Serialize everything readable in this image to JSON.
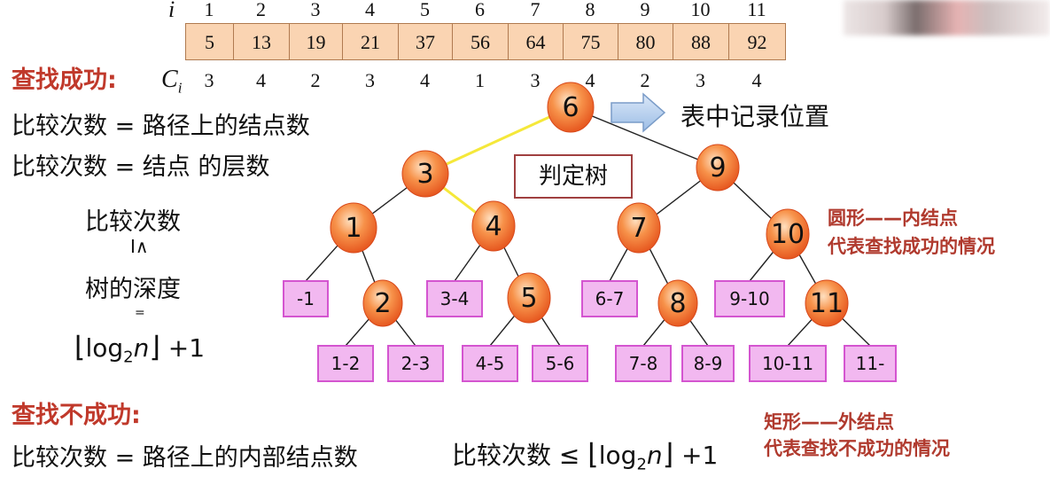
{
  "table": {
    "i_label": "i",
    "c_label": "C",
    "c_sub": "i",
    "indices": [
      "1",
      "2",
      "3",
      "4",
      "5",
      "6",
      "7",
      "8",
      "9",
      "10",
      "11"
    ],
    "values": [
      "5",
      "13",
      "19",
      "21",
      "37",
      "56",
      "64",
      "75",
      "80",
      "88",
      "92"
    ],
    "comparisons": [
      "3",
      "4",
      "2",
      "3",
      "4",
      "1",
      "3",
      "4",
      "2",
      "3",
      "4"
    ]
  },
  "success": {
    "title": "查找成功:",
    "line1": "比较次数 = 路径上的结点数",
    "line2": "比较次数 = 结点 的层数",
    "stack_top": "比较次数",
    "stack_op": "I∧",
    "stack_mid": "树的深度",
    "stack_eq": "=",
    "formula_log": "log",
    "formula_sub": "2",
    "formula_n": "n",
    "formula_plus": "+1"
  },
  "failure": {
    "title": "查找不成功:",
    "line1": "比较次数 = 路径上的内部结点数",
    "line2_prefix": "比较次数 ≤",
    "formula_log": "log",
    "formula_sub": "2",
    "formula_n": "n",
    "formula_plus": "+1"
  },
  "arrow_label": "表中记录位置",
  "judge_tree_label": "判定树",
  "notes": {
    "circle_title": "圆形——内结点",
    "circle_desc": "代表查找成功的情况",
    "rect_title": "矩形——外结点",
    "rect_desc": "代表查找不成功的情况"
  },
  "colors": {
    "node_fill": "#f46a2a",
    "node_highlight": "#ffd2a8",
    "ext_fill": "#f2b8f0",
    "ext_border": "#d455d0",
    "cell_fill": "#fad4b2",
    "path_highlight": "#f5e83a",
    "title_red": "#c0392b"
  },
  "tree": {
    "internal_nodes": [
      "6",
      "3",
      "9",
      "1",
      "4",
      "7",
      "10",
      "2",
      "5",
      "8",
      "11"
    ],
    "external_nodes": [
      "-1",
      "3-4",
      "6-7",
      "9-10",
      "1-2",
      "2-3",
      "4-5",
      "5-6",
      "7-8",
      "8-9",
      "10-11",
      "11-"
    ],
    "edges": [
      [
        "6",
        "3"
      ],
      [
        "6",
        "9"
      ],
      [
        "3",
        "1"
      ],
      [
        "3",
        "4"
      ],
      [
        "9",
        "7"
      ],
      [
        "9",
        "10"
      ],
      [
        "1",
        "-1"
      ],
      [
        "1",
        "2"
      ],
      [
        "4",
        "3-4"
      ],
      [
        "4",
        "5"
      ],
      [
        "7",
        "6-7"
      ],
      [
        "7",
        "8"
      ],
      [
        "10",
        "9-10"
      ],
      [
        "10",
        "11"
      ],
      [
        "2",
        "1-2"
      ],
      [
        "2",
        "2-3"
      ],
      [
        "5",
        "4-5"
      ],
      [
        "5",
        "5-6"
      ],
      [
        "8",
        "7-8"
      ],
      [
        "8",
        "8-9"
      ],
      [
        "11",
        "10-11"
      ],
      [
        "11",
        "11-"
      ]
    ],
    "highlighted_path": [
      "6",
      "3",
      "4"
    ]
  }
}
